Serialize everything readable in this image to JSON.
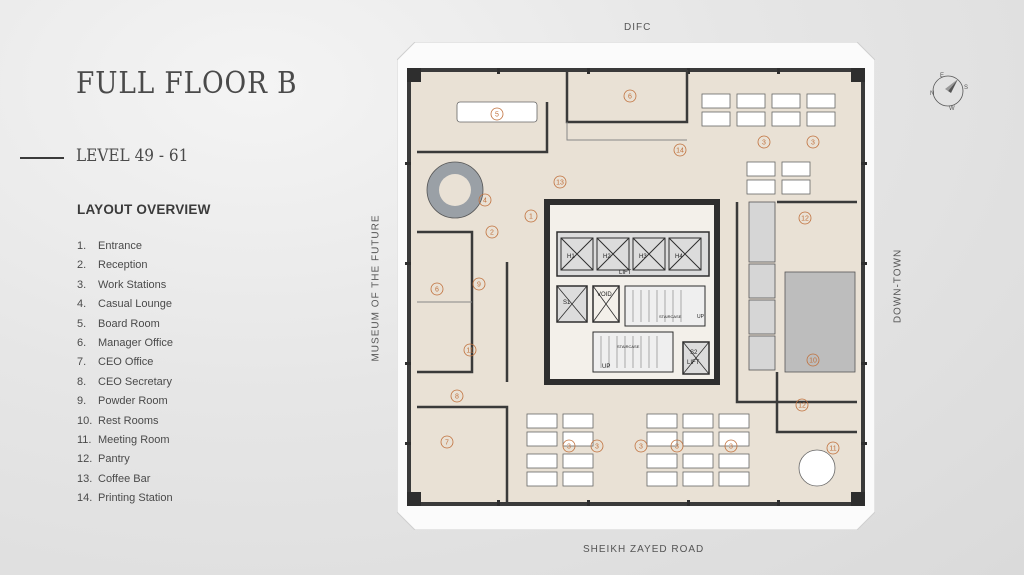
{
  "title": "FULL FLOOR B",
  "level": "LEVEL 49 - 61",
  "overview_heading": "LAYOUT OVERVIEW",
  "legend": [
    {
      "num": "1.",
      "label": "Entrance"
    },
    {
      "num": "2.",
      "label": "Reception"
    },
    {
      "num": "3.",
      "label": "Work Stations"
    },
    {
      "num": "4.",
      "label": "Casual Lounge"
    },
    {
      "num": "5.",
      "label": "Board Room"
    },
    {
      "num": "6.",
      "label": "Manager Office"
    },
    {
      "num": "7.",
      "label": "CEO Office"
    },
    {
      "num": "8.",
      "label": "CEO Secretary"
    },
    {
      "num": "9.",
      "label": "Powder Room"
    },
    {
      "num": "10.",
      "label": "Rest Rooms"
    },
    {
      "num": "11.",
      "label": "Meeting Room"
    },
    {
      "num": "12.",
      "label": "Pantry"
    },
    {
      "num": "13.",
      "label": "Coffee Bar"
    },
    {
      "num": "14.",
      "label": "Printing Station"
    }
  ],
  "directions": {
    "top": "DIFC",
    "bottom": "SHEIKH ZAYED ROAD",
    "left": "MUSEUM OF THE FUTURE",
    "right": "DOWN-TOWN"
  },
  "compass_letters": {
    "n": "N",
    "e": "E",
    "s": "S",
    "w": "W"
  },
  "plan_labels": {
    "lifts": [
      "H1",
      "H2",
      "H3",
      "H4"
    ],
    "lift": "LIFT",
    "s1": "S1",
    "s2": "S2",
    "void": "VOID",
    "up": "UP",
    "staircase": "STAIRCASE",
    "markers": [
      "1",
      "2",
      "3",
      "3",
      "3",
      "3",
      "3",
      "3",
      "3",
      "4",
      "5",
      "6",
      "6",
      "7",
      "8",
      "9",
      "10",
      "11",
      "11",
      "12",
      "12",
      "13",
      "14"
    ]
  }
}
